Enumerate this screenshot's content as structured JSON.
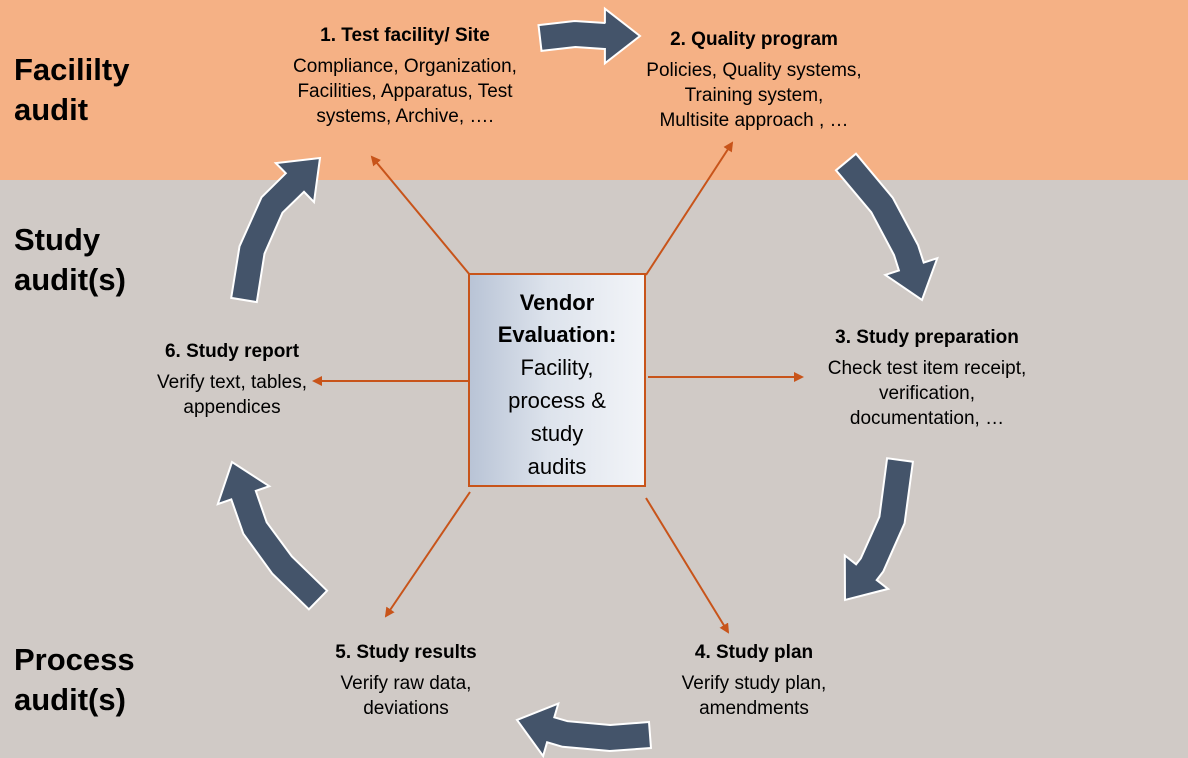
{
  "colors": {
    "top_band": "#f5b185",
    "background": "#d0cac6",
    "cycle_arrow": "#44546a",
    "spoke_arrow": "#c8541a",
    "center_border": "#c8541a"
  },
  "side_labels": [
    "Facililty\naudit",
    "Study\naudit(s)",
    "Process\naudit(s)"
  ],
  "center": {
    "title": "Vendor\nEvaluation:",
    "body": "Facility,\nprocess &\nstudy\naudits"
  },
  "nodes": [
    {
      "title": "1. Test facility/ Site",
      "body": "Compliance, Organization,\nFacilities, Apparatus, Test\nsystems,  Archive, …."
    },
    {
      "title": "2. Quality program",
      "body": "Policies, Quality systems,\nTraining system,\nMultisite approach , …"
    },
    {
      "title": "3. Study preparation",
      "body": "Check test item receipt,\nverification,\ndocumentation, …"
    },
    {
      "title": "4. Study plan",
      "body": "Verify study plan,\namendments"
    },
    {
      "title": "5. Study results",
      "body": "Verify raw data,\ndeviations"
    },
    {
      "title": "6. Study report",
      "body": "Verify text, tables,\nappendices"
    }
  ]
}
